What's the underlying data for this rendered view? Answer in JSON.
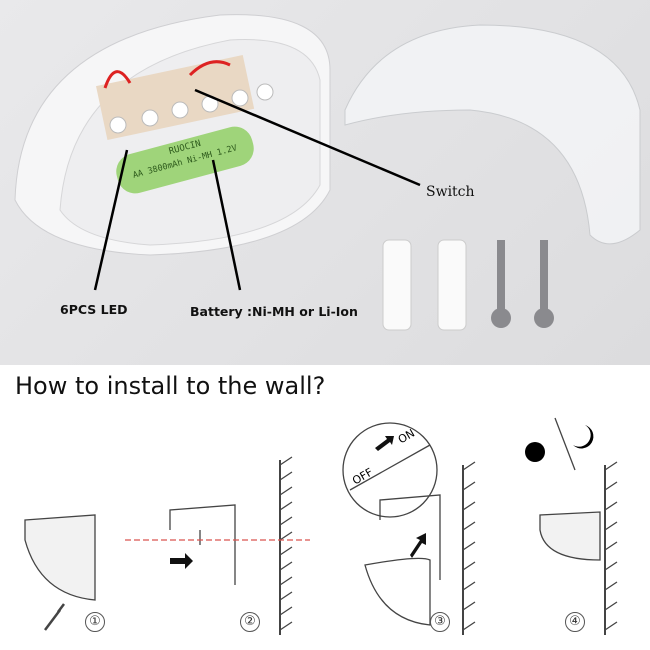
{
  "photo": {
    "labels": {
      "led": "6PCS LED",
      "battery": "Battery :Ni-MH or Li-Ion",
      "switch": "Switch"
    },
    "battery_print": "AA 3800mAh Ni-MH 1.2V",
    "battery_brand": "RUOCIN"
  },
  "instructions": {
    "title": "How to install to the wall?",
    "switch_off": "OFF",
    "switch_on": "ON",
    "steps": [
      "①",
      "②",
      "③",
      "④"
    ]
  },
  "colors": {
    "battery": "#9fd47a",
    "guide_line": "#d9534f",
    "background": "#e4e4e6"
  }
}
